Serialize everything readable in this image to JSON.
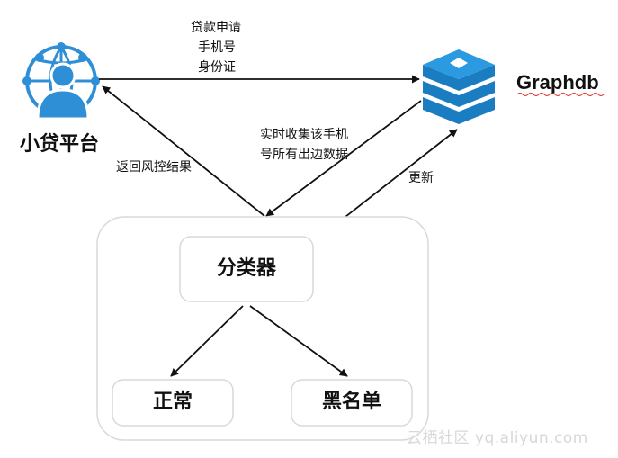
{
  "platform": {
    "label": "小贷平台"
  },
  "graphdb": {
    "label": "Graphdb"
  },
  "edges": {
    "request": {
      "line1": "贷款申请",
      "line2": "手机号",
      "line3": "身份证"
    },
    "collect": {
      "line1": "实时收集该手机",
      "line2": "号所有出边数据"
    },
    "return_result": "返回风控结果",
    "update": "更新"
  },
  "classifier": {
    "label": "分类器"
  },
  "outcomes": {
    "normal": "正常",
    "blacklist": "黑名单"
  },
  "watermark": "云栖社区 yq.aliyun.com"
}
